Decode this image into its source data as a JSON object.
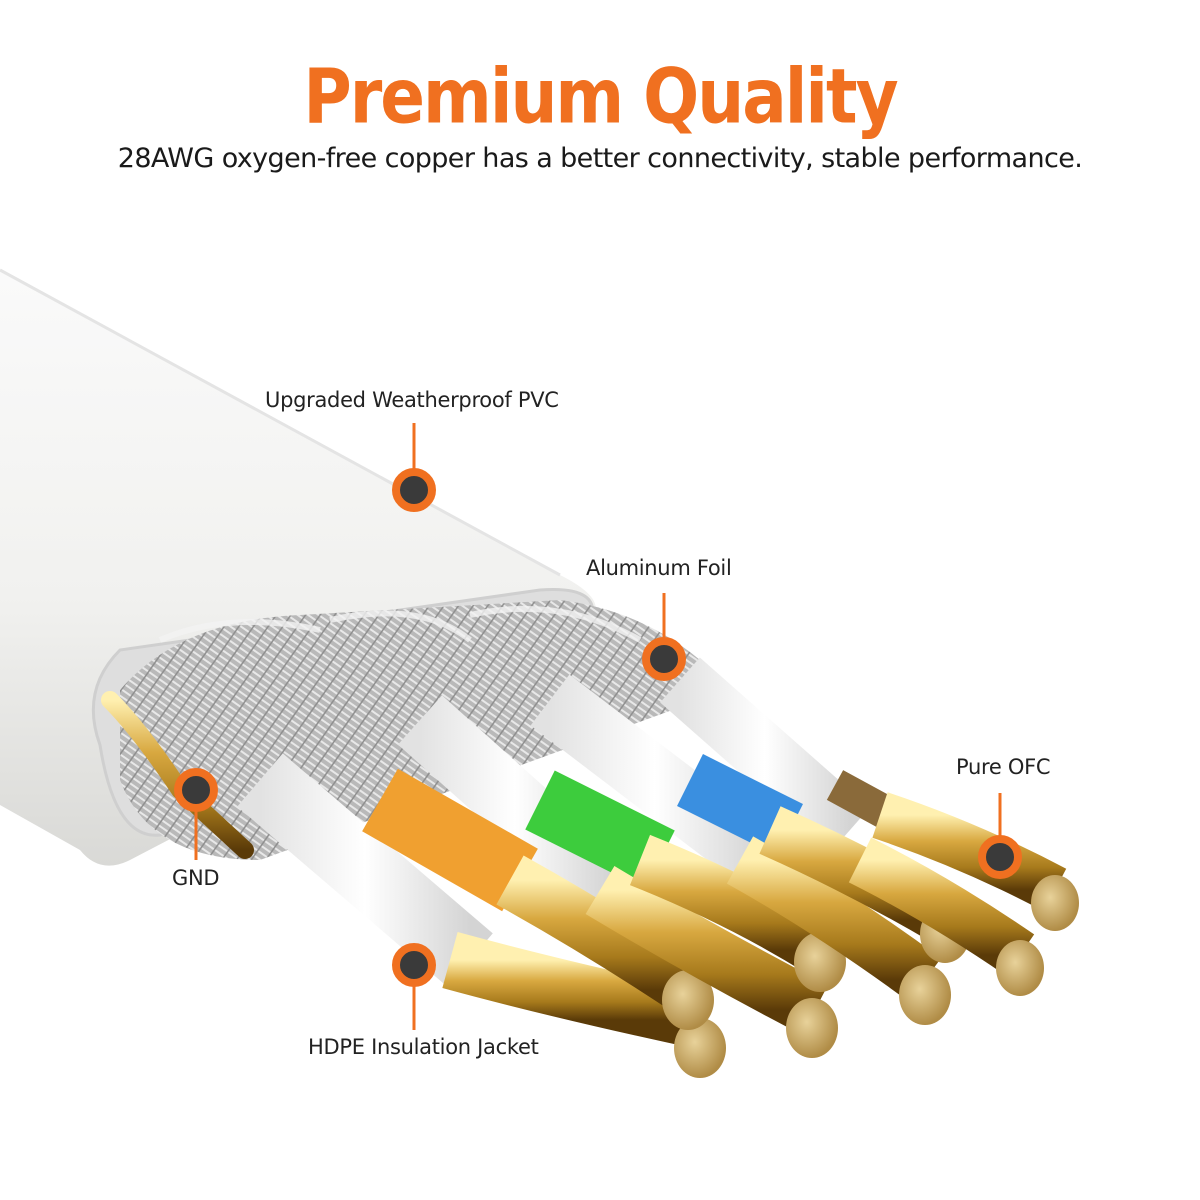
{
  "header": {
    "title": "Premium Quality",
    "subtitle": "28AWG oxygen-free copper has a better connectivity, stable performance."
  },
  "callouts": {
    "pvc": "Upgraded Weatherproof PVC",
    "foil": "Aluminum Foil",
    "ofc": "Pure OFC",
    "gnd": "GND",
    "hdpe": "HDPE Insulation Jacket"
  },
  "colors": {
    "accent": "#f07020",
    "marker_fill": "#3a3a3a",
    "jacket": "#f3f3f1",
    "copper": "#c9a03a",
    "pair_orange": "#f0a030",
    "pair_green": "#3dcc3d",
    "pair_blue": "#3a8fe0",
    "pair_brown": "#8a6a3a"
  },
  "icons": {
    "marker": "callout-dot-icon"
  }
}
